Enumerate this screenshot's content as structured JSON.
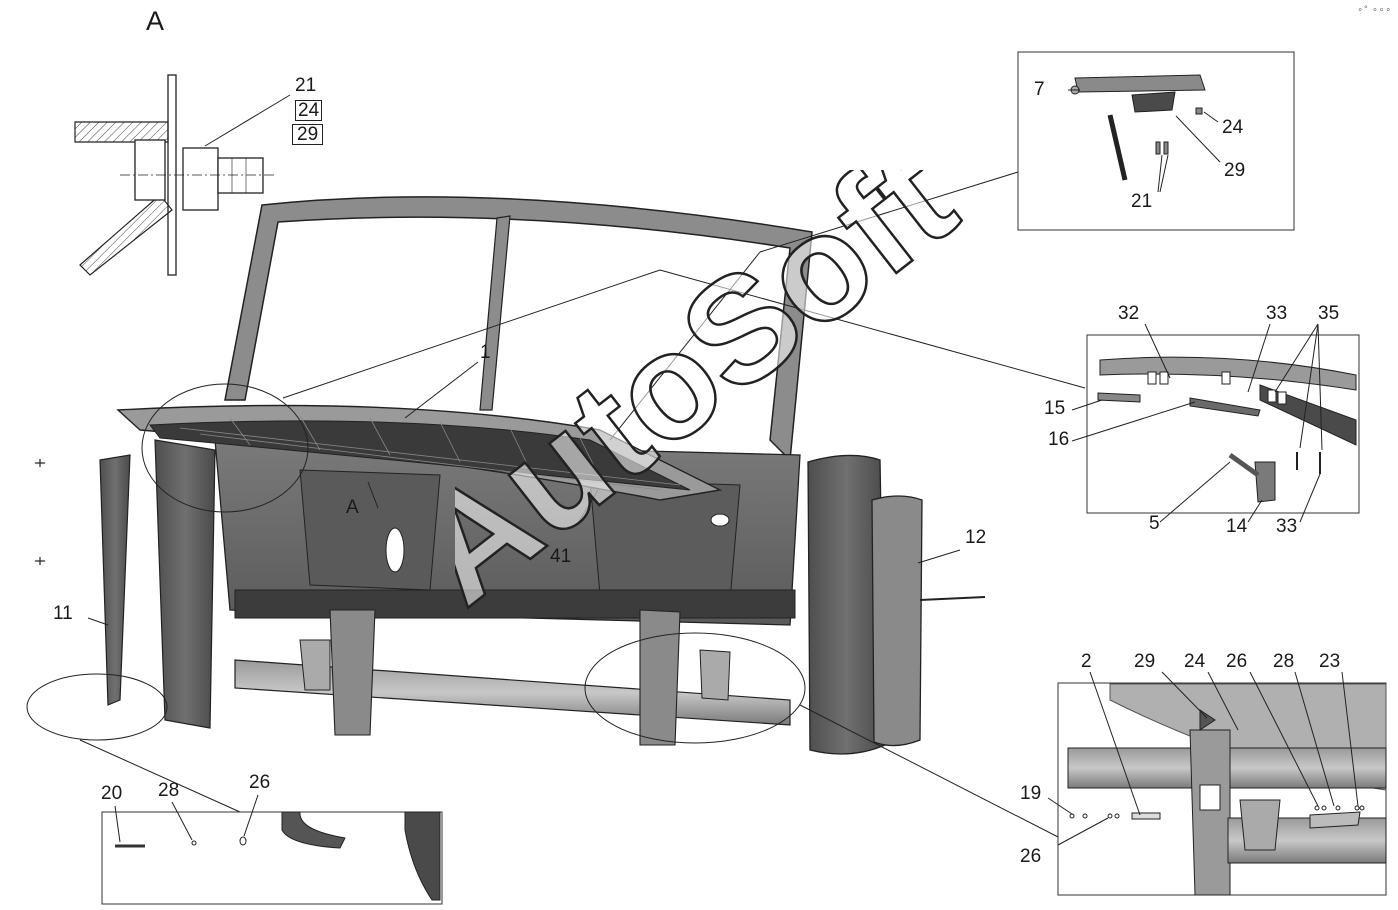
{
  "view_label": "A",
  "watermark": "AutoSoft",
  "corner_mark": "∘° ∘∘∘",
  "main_callouts": [
    {
      "id": "c1",
      "text": "1"
    },
    {
      "id": "cA",
      "text": "A"
    },
    {
      "id": "c41",
      "text": "41"
    },
    {
      "id": "c11",
      "text": "11"
    },
    {
      "id": "c12",
      "text": "12"
    }
  ],
  "detail_view_a": {
    "labels": [
      "21",
      "24",
      "29"
    ]
  },
  "detail_top_right": {
    "labels": [
      "7",
      "24",
      "29",
      "21"
    ]
  },
  "detail_right_middle": {
    "labels": [
      "32",
      "33",
      "35",
      "15",
      "16",
      "5",
      "14",
      "33"
    ]
  },
  "detail_bottom_left": {
    "labels": [
      "20",
      "28",
      "26"
    ]
  },
  "detail_bottom_right": {
    "labels": [
      "2",
      "29",
      "24",
      "26",
      "28",
      "23",
      "19",
      "26"
    ]
  },
  "colors": {
    "part_fill": "#6e6e6e",
    "part_dark": "#3c3c3c",
    "part_light": "#a8a8a8",
    "line": "#1a1a1a",
    "hatch": "#444444"
  }
}
